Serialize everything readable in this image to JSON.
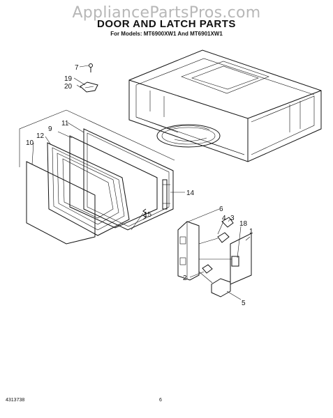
{
  "watermark": "AppliancePartsPros.com",
  "title": "DOOR AND LATCH PARTS",
  "subtitle": "For Models: MT6900XW1 And MT6901XW1",
  "callouts": {
    "c1": "1",
    "c2": "2",
    "c3": "3",
    "c4": "4",
    "c5": "5",
    "c6": "6",
    "c7": "7",
    "c9": "9",
    "c10": "10",
    "c11": "11",
    "c12": "12",
    "c14": "14",
    "c15": "15",
    "c18": "18",
    "c19": "19",
    "c20": "20"
  },
  "footer": {
    "doc_number": "4313738",
    "page_number": "6"
  }
}
